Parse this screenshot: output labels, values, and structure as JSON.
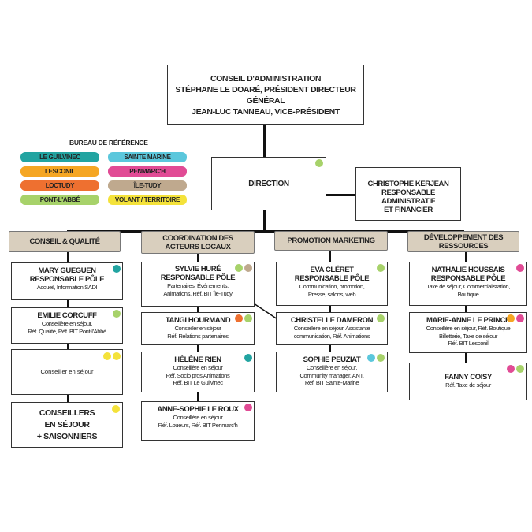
{
  "colors": {
    "teal": "#22a4a1",
    "orange": "#f5a623",
    "deep_orange": "#ee7030",
    "green": "#a7d26a",
    "light_blue": "#5bc7dc",
    "pink": "#e14b95",
    "taupe": "#bfa98e",
    "yellow": "#f4e23a",
    "category_bg": "#d9cfbe"
  },
  "board": {
    "line1": "CONSEIL D'ADMINISTRATION",
    "line2": "STÉPHANE LE DOARÉ, PRÉSIDENT DIRECTEUR GÉNÉRAL",
    "line3": "JEAN-LUC TANNEAU,  VICE-PRÉSIDENT"
  },
  "legend": {
    "title": "BUREAU DE RÉFÉRENCE",
    "items": [
      {
        "label": "LE GUILVINEC",
        "color": "teal"
      },
      {
        "label": "SAINTE MARINE",
        "color": "light_blue"
      },
      {
        "label": "LESCONIL",
        "color": "orange"
      },
      {
        "label": "PENMARC'H",
        "color": "pink"
      },
      {
        "label": "LOCTUDY",
        "color": "deep_orange"
      },
      {
        "label": "ÎLE-TUDY",
        "color": "taupe"
      },
      {
        "label": "PONT-L'ABBÉ",
        "color": "green"
      },
      {
        "label": "VOLANT / TERRITOIRE",
        "color": "yellow"
      }
    ]
  },
  "direction": {
    "label": "DIRECTION",
    "dots": [
      "green"
    ]
  },
  "admin": {
    "name": "CHRISTOPHE KERJEAN",
    "role1": "RESPONSABLE ADMINISTRATIF",
    "role2": "ET FINANCIER"
  },
  "categories": {
    "conseil": "CONSEIL & QUALITÉ",
    "coordination1": "COORDINATION DES",
    "coordination2": "ACTEURS LOCAUX",
    "promotion": "PROMOTION MARKETING",
    "developpement1": "DÉVELOPPEMENT DES",
    "developpement2": "RESSOURCES"
  },
  "col1": [
    {
      "name": "MARY GUEGUEN",
      "role": "RESPONSABLE PÔLE",
      "desc1": "Accueil, Information,SADI",
      "dots": [
        "teal"
      ]
    },
    {
      "name": "EMILIE CORCUFF",
      "desc1": "Conseillère en séjour,",
      "desc2": "Réf. Qualité, Réf. BIT Pont-l'Abbé",
      "dots": [
        "green"
      ]
    },
    {
      "desc1": "Conseiller en séjour",
      "dots": [
        "yellow",
        "yellow"
      ]
    },
    {
      "name": "CONSEILLERS",
      "name2": "EN SÉJOUR",
      "name3": "+ SAISONNIERS",
      "dots": [
        "yellow"
      ]
    }
  ],
  "col2": [
    {
      "name": "SYLVIE HURÉ",
      "role": "RESPONSABLE PÔLE",
      "desc1": "Partenaires, Événements,",
      "desc2": "Animations, Réf. BIT Île-Tudy",
      "dots": [
        "green",
        "taupe"
      ]
    },
    {
      "name": "TANGI HOURMAND",
      "desc1": "Conseiller en séjour",
      "desc2": "Réf. Relations partenaires",
      "dots": [
        "deep_orange",
        "green"
      ]
    },
    {
      "name": "HÉLÈNE RIEN",
      "desc1": "Conseillère en séjour",
      "desc2": "Réf. Socio pros Animations",
      "desc3": "Réf. BIT Le Guilvinec",
      "dots": [
        "teal"
      ]
    },
    {
      "name": "ANNE-SOPHIE LE ROUX",
      "desc1": "Conseillère en séjour",
      "desc2": "Réf. Loueurs, Réf. BIT Penmarc'h",
      "dots": [
        "pink"
      ]
    }
  ],
  "col3": [
    {
      "name": "EVA CLÉRET",
      "role": "RESPONSABLE PÔLE",
      "desc1": "Communication, promotion,",
      "desc2": "Presse, salons, web",
      "dots": [
        "green"
      ]
    },
    {
      "name": "CHRISTELLE DAMERON",
      "desc1": "Conseillère en séjour, Assistante",
      "desc2": "communication, Réf. Animations",
      "dots": [
        "green"
      ]
    },
    {
      "name": "SOPHIE PEUZIAT",
      "desc1": "Conseillère en séjour,",
      "desc2": "Community manager, ANT,",
      "desc3": "Réf. BIT Sainte-Marine",
      "dots": [
        "light_blue",
        "green"
      ]
    }
  ],
  "col4": [
    {
      "name": "NATHALIE HOUSSAIS",
      "role": "RESPONSABLE PÔLE",
      "desc1": "Taxe de séjour, Commercialistation,",
      "desc2": "Boutique",
      "dots": [
        "pink"
      ]
    },
    {
      "name": "MARIE-ANNE LE PRINCE",
      "desc1": "Conseillère en séjour, Réf. Boutique",
      "desc2": "Billetterie, Taxe de séjour",
      "desc3": "Réf. BIT Lesconil",
      "dots": [
        "orange",
        "pink"
      ]
    },
    {
      "name": "FANNY COISY",
      "desc1": "Réf. Taxe de séjour",
      "dots": [
        "pink",
        "green"
      ]
    }
  ]
}
